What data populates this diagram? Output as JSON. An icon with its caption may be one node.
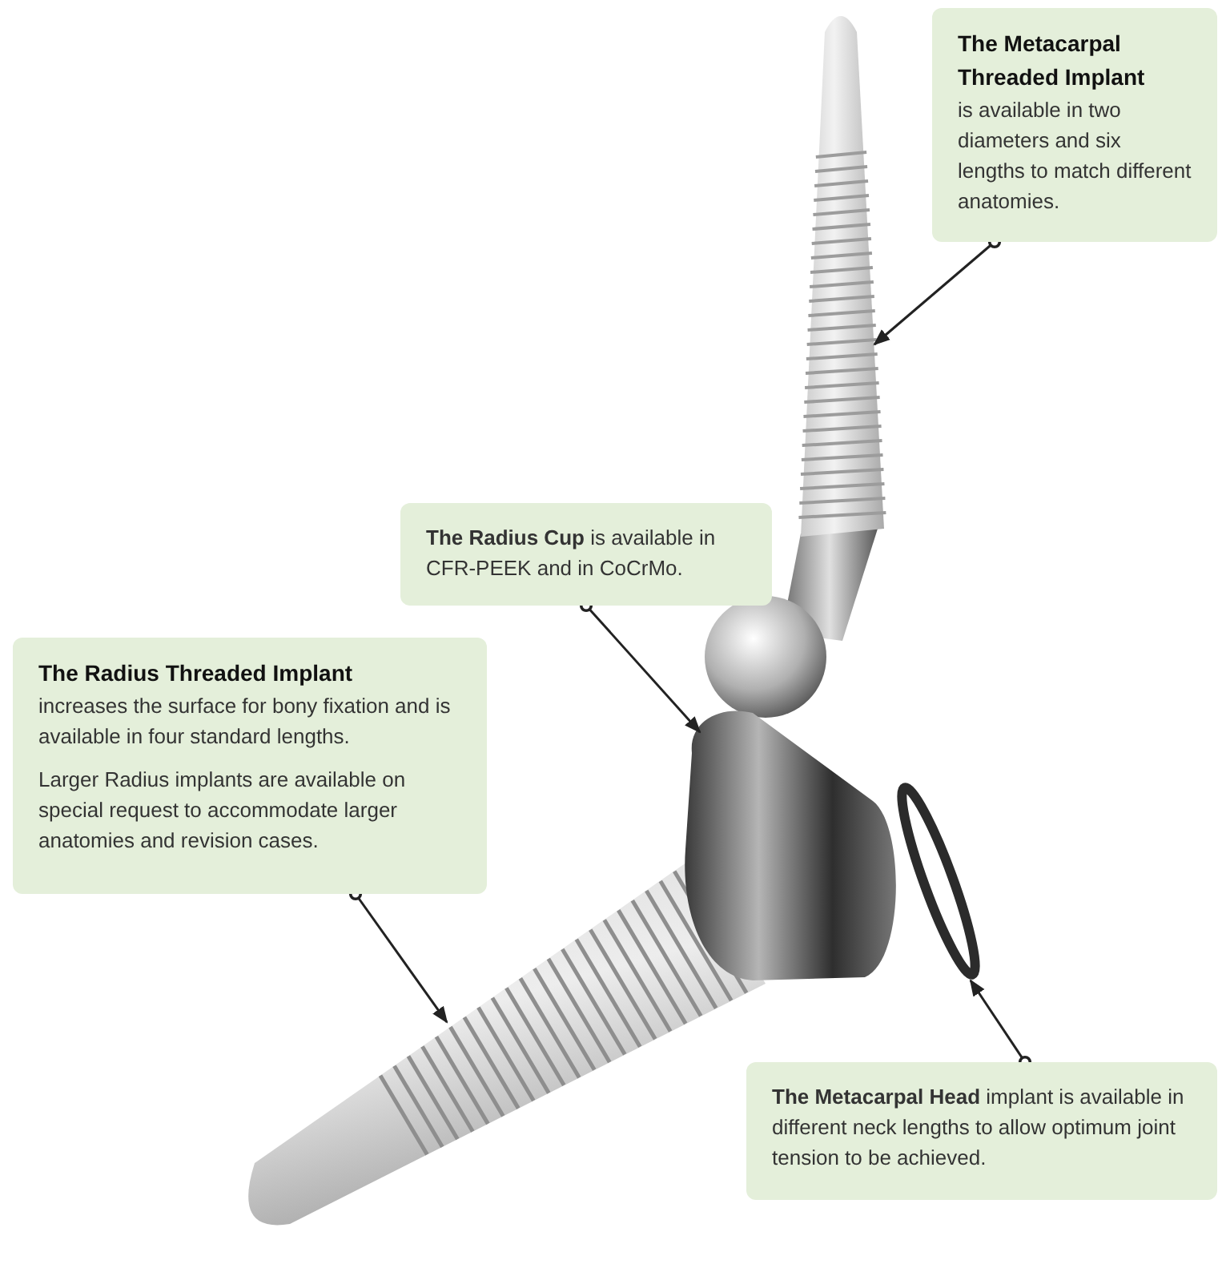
{
  "diagram": {
    "nodes": [
      {
        "text": [
          "The Metacarpal Threaded Implant",
          "is available in two diameters and six lengths to match different anatomies."
        ]
      },
      {
        "text": [],
        "shape": "picture"
      },
      {
        "text": [
          "**The Radius Cup** is available in CFR-PEEK and in CoCrMo."
        ]
      },
      {
        "text": [],
        "shape": "picture"
      },
      {
        "text": [
          "The Radius Threaded Implant",
          "increases the surface for bony fixation and is available in four standard lengths.",
          "Larger Radius implants are available on special request to accommodate larger anatomies and revision cases."
        ]
      },
      {
        "text": [],
        "shape": "picture"
      },
      {
        "text": [
          "**The Metacarpal Head** implant is available in different neck lengths to allow optimum joint tension to be achieved."
        ]
      },
      {
        "text": [],
        "shape": "picture"
      }
    ],
    "edges": [
      {
        "from": 0,
        "to": 1,
        "arrow": "to"
      },
      {
        "from": 2,
        "to": 3,
        "arrow": "to"
      },
      {
        "from": 4,
        "to": 5,
        "arrow": "to"
      },
      {
        "from": 6,
        "to": 7,
        "arrow": "to"
      }
    ]
  }
}
